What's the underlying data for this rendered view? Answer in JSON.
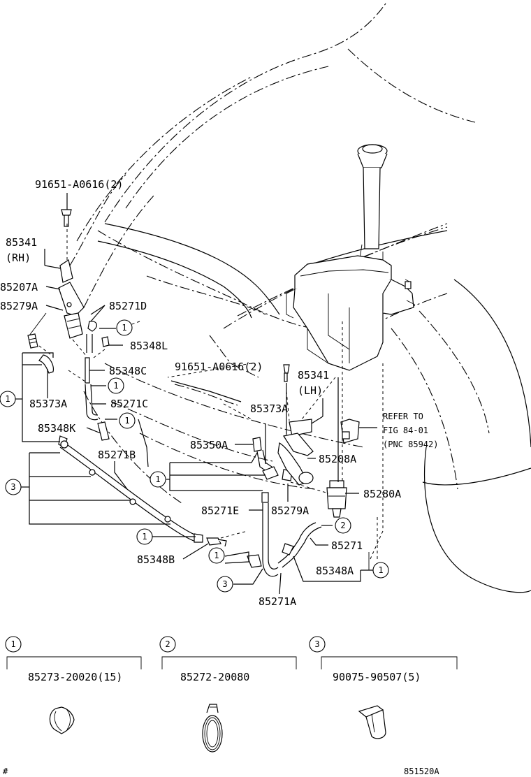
{
  "labels": {
    "bolt_top": "91651-A0616(2)",
    "p85341_rh_1": "85341",
    "p85341_rh_2": "(RH)",
    "p85207a": "85207A",
    "p85279a_left": "85279A",
    "p85271d": "85271D",
    "p85348l": "85348L",
    "p85348c": "85348C",
    "bolt_mid": "91651-A0616(2)",
    "p85341_lh_1": "85341",
    "p85341_lh_2": "(LH)",
    "p85373a_left": "85373A",
    "p85271c": "85271C",
    "p85373a_mid": "85373A",
    "refer_1": "REFER TO",
    "refer_2": "FIG 84-01",
    "refer_3": "(PNC 85942)",
    "p85348k": "85348K",
    "p85350a": "85350A",
    "p85208a": "85208A",
    "p85271b": "85271B",
    "p85280a": "85280A",
    "p85271e": "85271E",
    "p85279a_mid": "85279A",
    "p85271": "85271",
    "p85348b": "85348B",
    "p85348a": "85348A",
    "p85271a": "85271A"
  },
  "callouts": {
    "c1": "1",
    "c2": "2",
    "c3": "3"
  },
  "legend": [
    {
      "number": "1",
      "part_no": "85273-20020(15)"
    },
    {
      "number": "2",
      "part_no": "85272-20080"
    },
    {
      "number": "3",
      "part_no": "90075-90507(5)"
    }
  ],
  "footer": {
    "mark": "#",
    "figure_id": "851520A"
  }
}
